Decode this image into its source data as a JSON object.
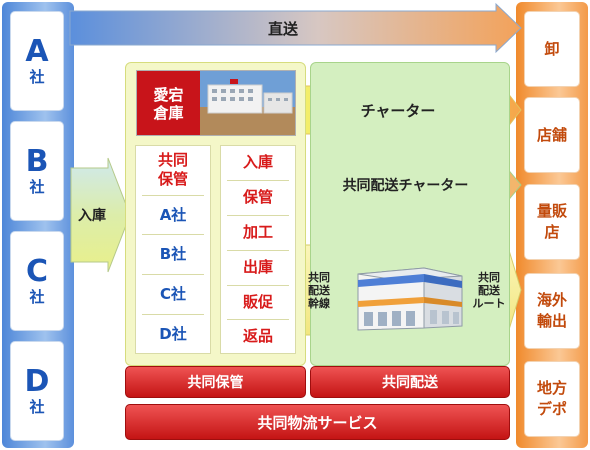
{
  "companies": [
    {
      "letter": "A",
      "suffix": "社"
    },
    {
      "letter": "B",
      "suffix": "社"
    },
    {
      "letter": "C",
      "suffix": "社"
    },
    {
      "letter": "D",
      "suffix": "社"
    }
  ],
  "destinations": [
    "卸",
    "店舗",
    "量販\n店",
    "海外\n輸出",
    "地方\nデポ"
  ],
  "direct_label": "直送",
  "warehouse_in_label": "入庫",
  "warehouse_name": "愛宕\n倉庫",
  "shared_storage_title": "共同\n保管",
  "client_list": [
    "A社",
    "B社",
    "C社",
    "D社"
  ],
  "process_list": [
    "入庫",
    "保管",
    "加工",
    "出庫",
    "販促",
    "返品"
  ],
  "charter_label": "チャーター",
  "shared_charter_label": "共同配送チャーター",
  "trunk_line_label": "共同\n配送\n幹線",
  "route_label": "共同\n配送\nルート",
  "bar_storage": "共同保管",
  "bar_delivery": "共同配送",
  "bar_service": "共同物流サービス",
  "colors": {
    "company_blue": "#1b55b6",
    "destination_orange": "#c24a0c",
    "accent_red": "#d81b1b",
    "service_red": "#c41414"
  }
}
